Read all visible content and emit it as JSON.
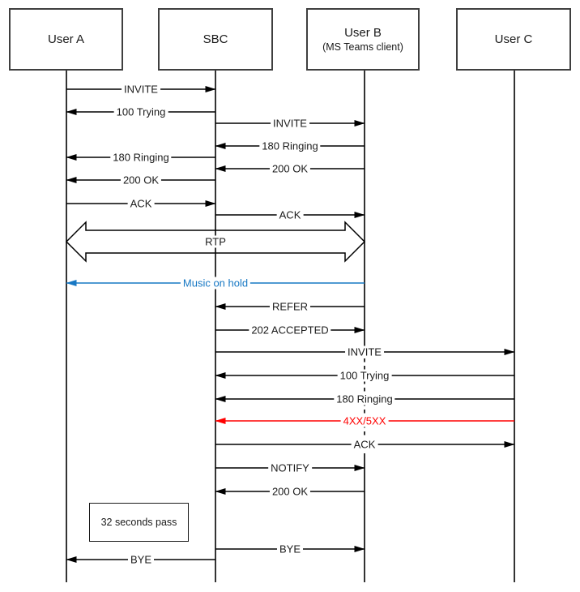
{
  "diagram": {
    "type": "sequence",
    "actors": [
      {
        "label": "User A"
      },
      {
        "label": "SBC"
      },
      {
        "label": "User B",
        "sublabel": "(MS Teams client)"
      },
      {
        "label": "User C"
      }
    ],
    "messages": [
      {
        "label": "INVITE",
        "from": "User A",
        "to": "SBC"
      },
      {
        "label": "100 Trying",
        "from": "SBC",
        "to": "User A"
      },
      {
        "label": "INVITE",
        "from": "SBC",
        "to": "User B"
      },
      {
        "label": "180 Ringing",
        "from": "User B",
        "to": "SBC"
      },
      {
        "label": "180 Ringing",
        "from": "SBC",
        "to": "User A"
      },
      {
        "label": "200 OK",
        "from": "User B",
        "to": "SBC"
      },
      {
        "label": "200 OK",
        "from": "SBC",
        "to": "User A"
      },
      {
        "label": "ACK",
        "from": "User A",
        "to": "SBC"
      },
      {
        "label": "ACK",
        "from": "SBC",
        "to": "User B"
      },
      {
        "label": "RTP",
        "from": "User A",
        "to": "User B",
        "style": "block-double-arrow"
      },
      {
        "label": "Music on hold",
        "from": "User B",
        "to": "User A",
        "color": "#1778C4"
      },
      {
        "label": "REFER",
        "from": "User B",
        "to": "SBC"
      },
      {
        "label": "202 ACCEPTED",
        "from": "SBC",
        "to": "User B"
      },
      {
        "label": "INVITE",
        "from": "SBC",
        "to": "User C"
      },
      {
        "label": "100 Trying",
        "from": "User C",
        "to": "SBC"
      },
      {
        "label": "180 Ringing",
        "from": "User C",
        "to": "SBC"
      },
      {
        "label": "4XX/5XX",
        "from": "User C",
        "to": "SBC",
        "color": "#FF0000"
      },
      {
        "label": "ACK",
        "from": "SBC",
        "to": "User C"
      },
      {
        "label": "NOTIFY",
        "from": "SBC",
        "to": "User B"
      },
      {
        "label": "200 OK",
        "from": "User B",
        "to": "SBC"
      },
      {
        "label": "BYE",
        "from": "SBC",
        "to": "User B"
      },
      {
        "label": "BYE",
        "from": "SBC",
        "to": "User A"
      }
    ],
    "note": {
      "label": "32 seconds pass"
    },
    "colors": {
      "line": "#000000",
      "hold_blue": "#1778C4",
      "error_red": "#FF0000"
    }
  }
}
